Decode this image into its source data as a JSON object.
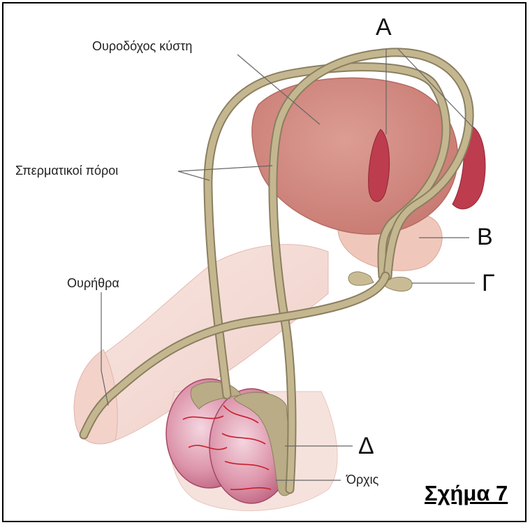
{
  "labels": {
    "bladder": "Ουροδόχος κύστη",
    "vas_deferens": "Σπερματικοί πόροι",
    "urethra": "Ουρήθρα",
    "testis": "Όρχις"
  },
  "letters": {
    "a": "Α",
    "b": "Β",
    "g": "Γ",
    "d": "Δ"
  },
  "caption": "Σχήμα 7",
  "colors": {
    "bladder": "#d48f86",
    "duct": "#b9ac86",
    "vesicle": "#b83a4b",
    "prostate": "#efc4b6",
    "skin": "#f6dcd6",
    "testis": "#d27a93",
    "vein": "#c81e2c"
  }
}
